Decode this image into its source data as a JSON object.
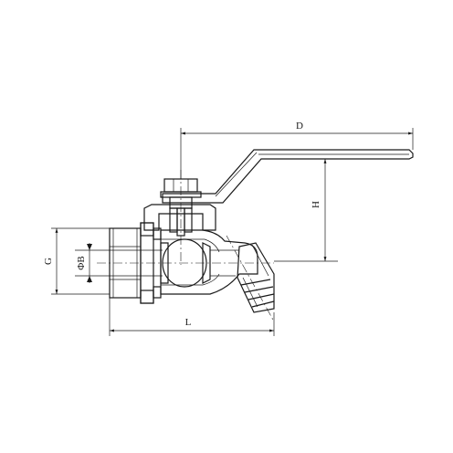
{
  "drawing": {
    "dimensions": {
      "D": "D",
      "H": "H",
      "L": "L",
      "G": "G",
      "B": "ΦB"
    }
  }
}
